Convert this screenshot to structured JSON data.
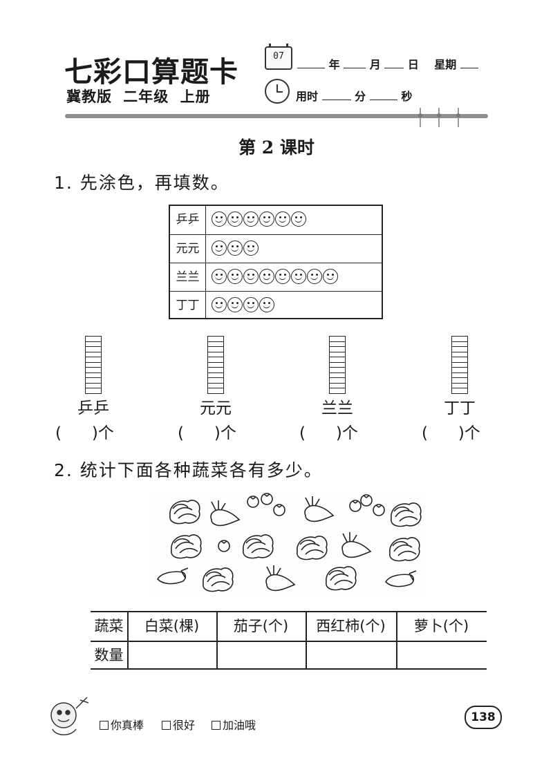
{
  "header": {
    "brand": "七彩口算题卡",
    "edition": "冀教版 二年级 上册",
    "calendar_number": "07",
    "date_year": "年",
    "date_month": "月",
    "date_day": "日",
    "date_weekday": "星期",
    "time_label": "用时",
    "time_minute": "分",
    "time_second": "秒"
  },
  "lesson_title": "第 2 课时",
  "question1": {
    "prompt": "1. 先涂色，再填数。",
    "rows": [
      {
        "name": "乒乒",
        "smileys": 6
      },
      {
        "name": "元元",
        "smileys": 3
      },
      {
        "name": "兰兰",
        "smileys": 8
      },
      {
        "name": "丁丁",
        "smileys": 4
      }
    ],
    "columns": [
      {
        "name": "乒乒",
        "blank": "(      )个"
      },
      {
        "name": "元元",
        "blank": "(      )个"
      },
      {
        "name": "兰兰",
        "blank": "(      )个"
      },
      {
        "name": "丁丁",
        "blank": "(      )个"
      }
    ],
    "column_cells": 10
  },
  "question2": {
    "prompt": "2. 统计下面各种蔬菜各有多少。",
    "table": {
      "row1": [
        "蔬菜",
        "白菜(棵)",
        "茄子(个)",
        "西红柿(个)",
        "萝卜(个)"
      ],
      "row2_label": "数量",
      "row2_values": [
        "",
        "",
        "",
        ""
      ]
    }
  },
  "footer": {
    "eval1": "你真棒",
    "eval2": "很好",
    "eval3": "加油哦",
    "page_number": "138"
  }
}
